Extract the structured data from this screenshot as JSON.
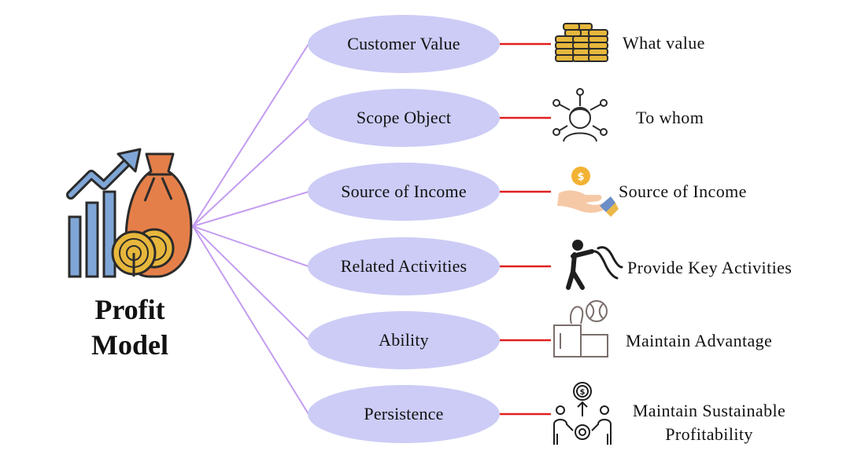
{
  "title": {
    "line1": "Profit",
    "line2": "Model"
  },
  "colors": {
    "oval_fill": "#ccccf6",
    "fan_line": "#c39cf0",
    "connector": "#e02020",
    "icon_dark": "#2b2b2b",
    "icon_blue": "#7fa6d6",
    "icon_orange": "#e57f49",
    "icon_gold": "#e7b73c"
  },
  "items": [
    {
      "label": "Customer Value",
      "icon": "coin-stacks-icon",
      "description": "What value"
    },
    {
      "label": "Scope Object",
      "icon": "customer-network-icon",
      "description": "To whom"
    },
    {
      "label": "Source of Income",
      "icon": "hand-coin-icon",
      "description": "Source of Income"
    },
    {
      "label": "Related Activities",
      "icon": "activity-figure-icon",
      "description": "Provide Key Activities"
    },
    {
      "label": "Ability",
      "icon": "hand-ball-icon",
      "description": "Maintain Advantage"
    },
    {
      "label": "Persistence",
      "icon": "team-growth-icon",
      "description_line1": "Maintain Sustainable",
      "description_line2": "Profitability"
    }
  ],
  "main_icon": "profit-chart-moneybag-icon"
}
